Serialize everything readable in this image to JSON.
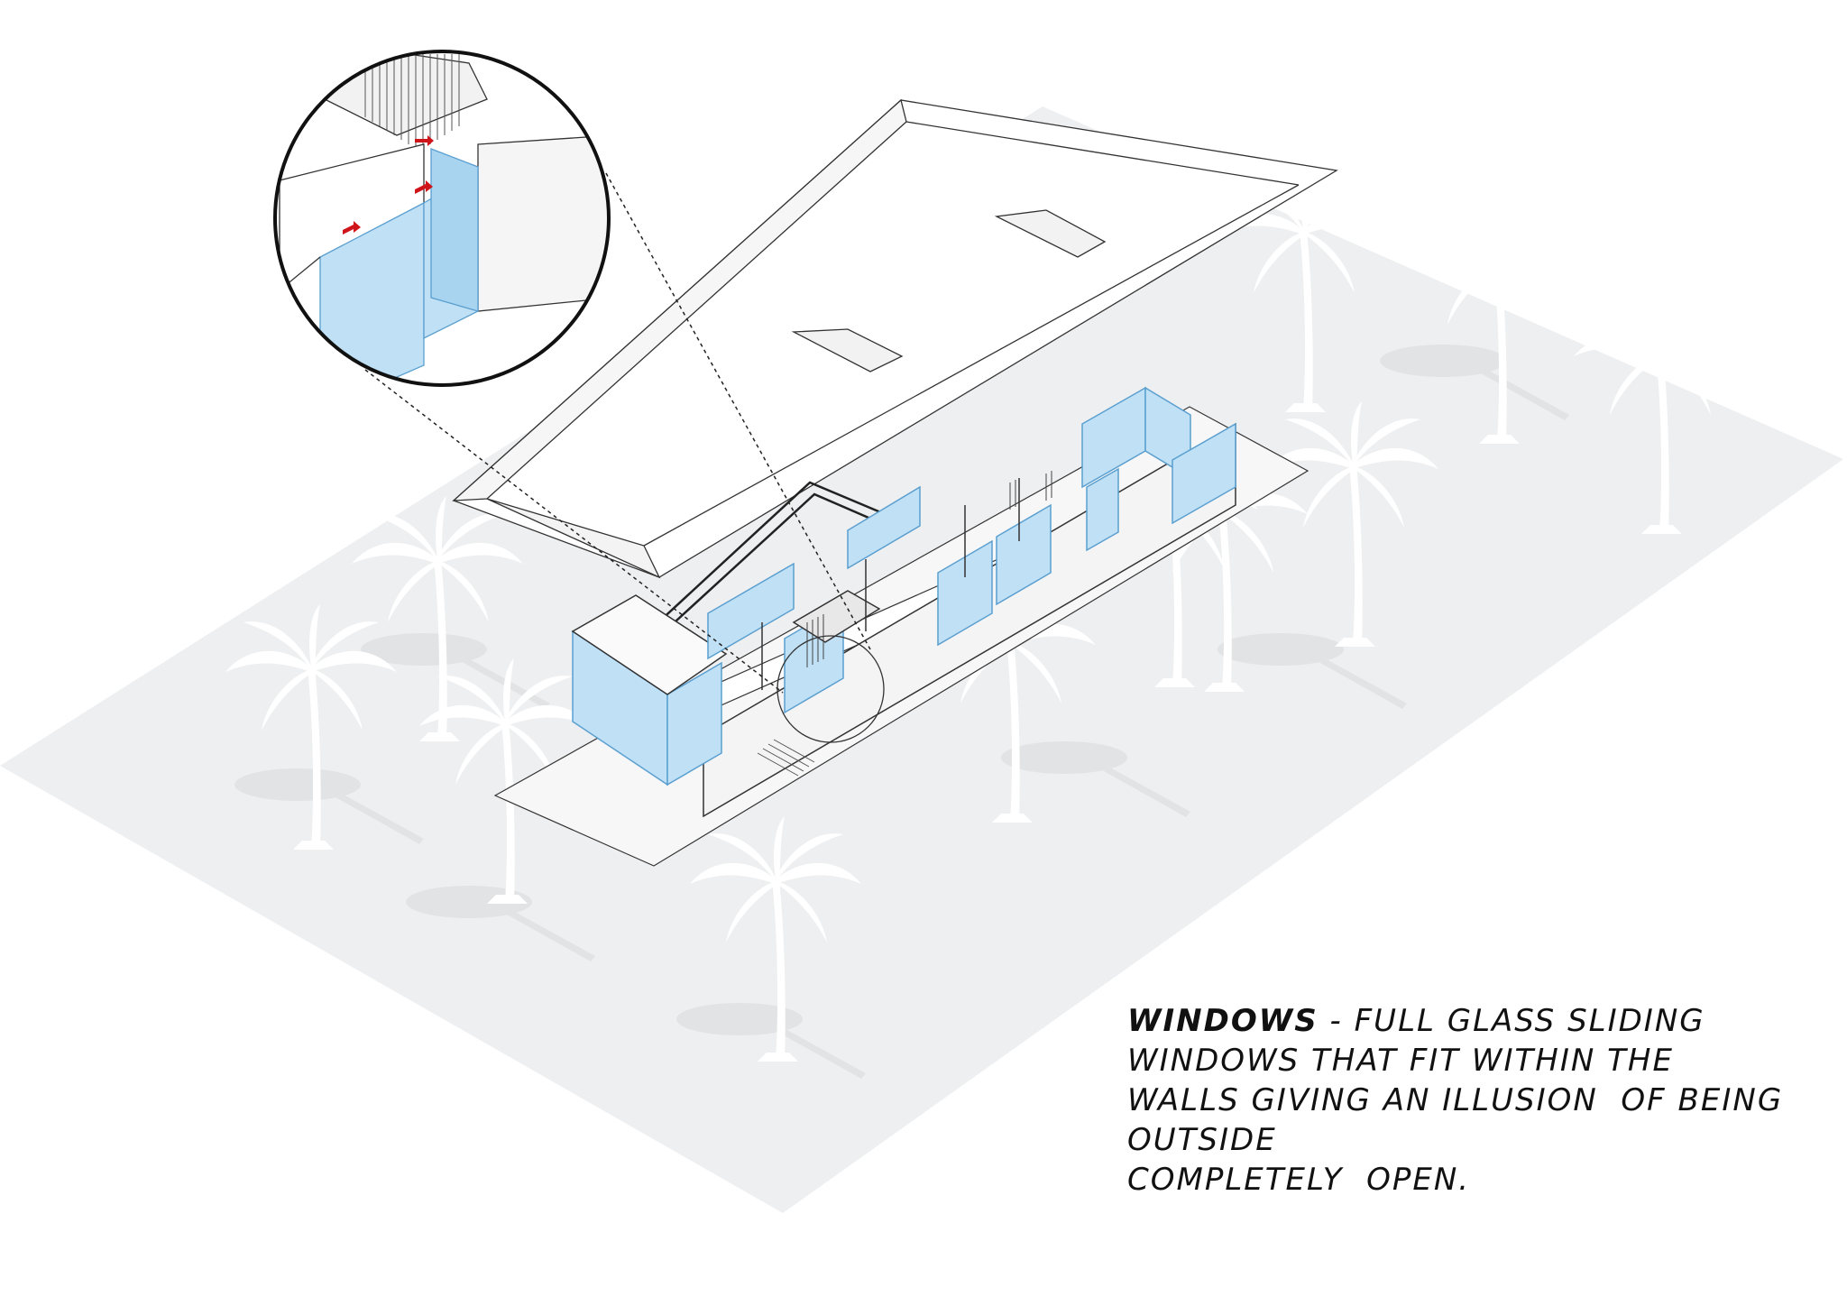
{
  "caption": {
    "title": "WINDOWS",
    "separator": " - ",
    "line1": "FULL GLASS SLIDING WINDOWS THAT FIT WITHIN THE",
    "line2": "WALLS GIVING AN ILLUSION  OF BEING OUTSIDE",
    "line3": "COMPLETELY  OPEN."
  },
  "colors": {
    "ground": "#eeeff0",
    "glass": "#bfe0f5",
    "glass_edge": "#5a9fd0",
    "line": "#333333",
    "arrow": "#d0151a",
    "palm": "#ffffff",
    "palm_shadow": "#e2e3e4"
  }
}
